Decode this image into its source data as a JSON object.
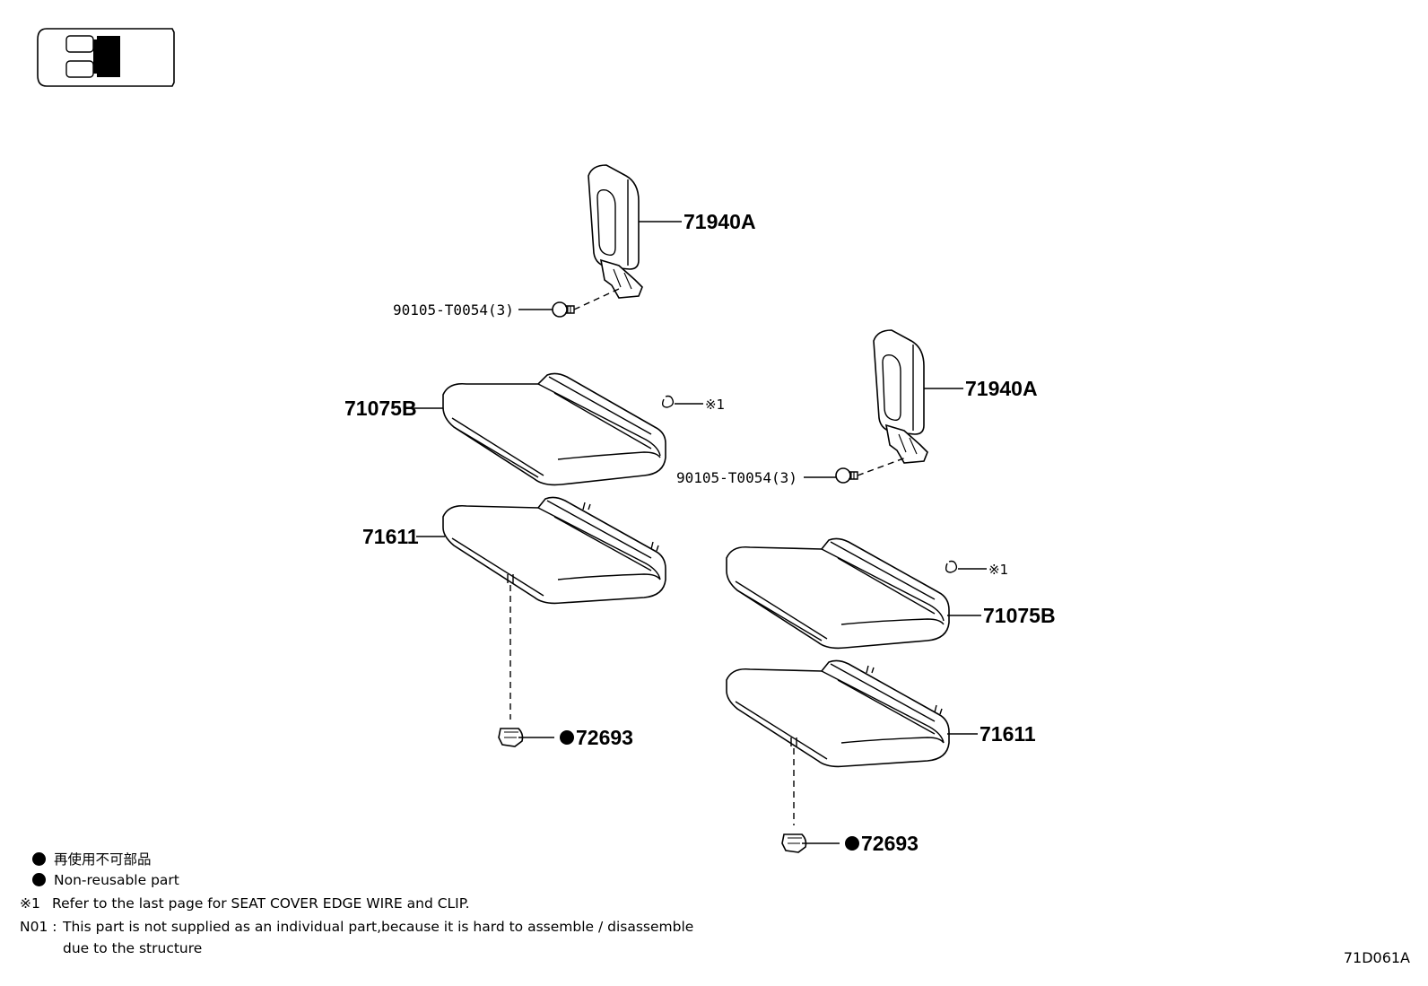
{
  "labels": {
    "headrest_upper": "71940A",
    "headrest_lower": "71940A",
    "bolt_upper": "90105-T0054(3)",
    "bolt_lower": "90105-T0054(3)",
    "cover_left": "71075B",
    "cover_right": "71075B",
    "pad_left": "71611",
    "pad_right": "71611",
    "clip_left": "72693",
    "clip_right": "72693",
    "ref_upper": "※1",
    "ref_lower": "※1"
  },
  "legend": {
    "jp": "再使用不可部品",
    "en": "Non-reusable part",
    "ref_mark": "※1",
    "ref_text": "Refer to the last page for SEAT COVER EDGE WIRE and CLIP.",
    "n01_mark": "N01 :",
    "n01_text": "This part is not supplied as an individual part,because it is hard to assemble / disassemble",
    "n01_text2": "due to the structure"
  },
  "page_code": "71D061A"
}
